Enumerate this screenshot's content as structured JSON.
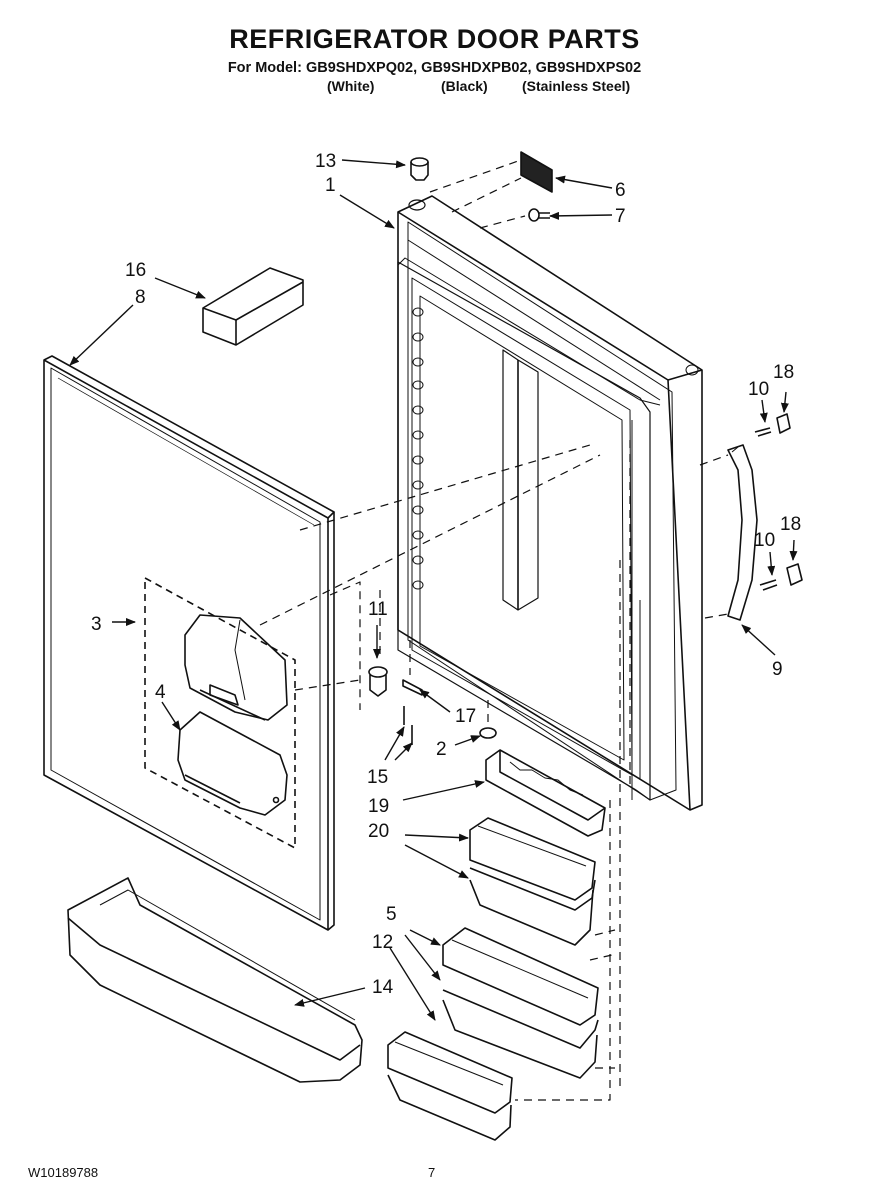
{
  "header": {
    "title": "REFRIGERATOR DOOR PARTS",
    "model_line": "For Model: GB9SHDXPQ02, GB9SHDXPB02, GB9SHDXPS02",
    "variants": [
      "(White)",
      "(Black)",
      "(Stainless Steel)"
    ]
  },
  "callouts": [
    "13",
    "1",
    "6",
    "7",
    "16",
    "8",
    "10",
    "18",
    "10",
    "18",
    "3",
    "11",
    "9",
    "4",
    "17",
    "2",
    "15",
    "19",
    "20",
    "5",
    "12",
    "14"
  ],
  "footer": {
    "doc_number": "W10189788",
    "page_number": "7"
  }
}
